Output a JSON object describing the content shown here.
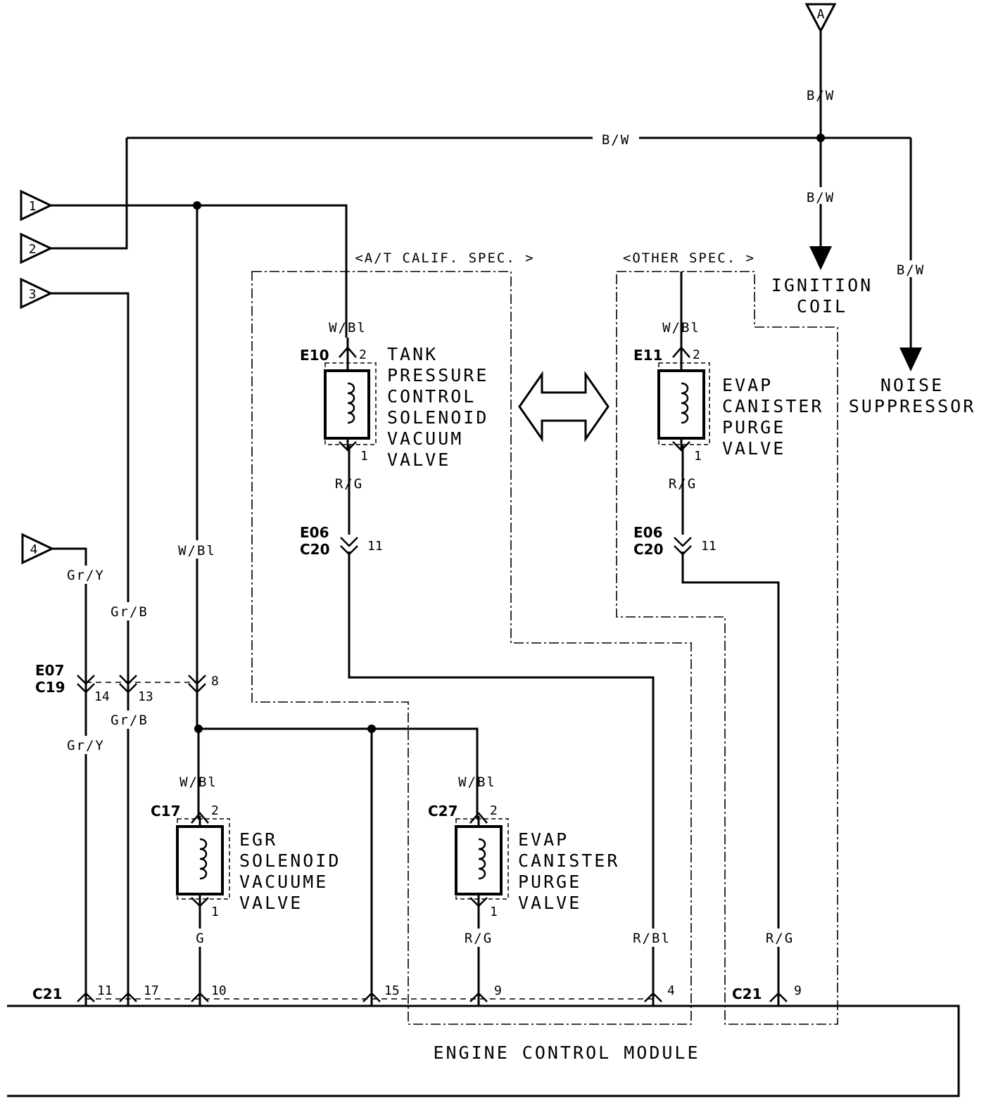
{
  "terminals": [
    "1",
    "2",
    "3",
    "4",
    "A"
  ],
  "wire_colors": {
    "bw": "B/W",
    "wbl": "W/Bl",
    "rg": "R/G",
    "gry": "Gr/Y",
    "grb": "Gr/B",
    "g": "G",
    "rbl": "R/Bl"
  },
  "spec_labels": {
    "at_calif": "<A/T CALIF. SPEC. >",
    "other": "<OTHER SPEC. >"
  },
  "connectors": {
    "e10": "E10",
    "e11": "E11",
    "e06": "E06",
    "c20": "C20",
    "e07": "E07",
    "c19": "C19",
    "c17": "C17",
    "c27": "C27",
    "c21": "C21"
  },
  "pins": {
    "p1": "1",
    "p2": "2",
    "p4": "4",
    "p8": "8",
    "p9": "9",
    "p10": "10",
    "p11": "11",
    "p13": "13",
    "p14": "14",
    "p15": "15",
    "p17": "17"
  },
  "components": {
    "tank_pressure": [
      "TANK",
      "PRESSURE",
      "CONTROL",
      "SOLENOID",
      "VACUUM",
      "VALVE"
    ],
    "evap_upper": [
      "EVAP",
      "CANISTER",
      "PURGE",
      "VALVE"
    ],
    "egr": [
      "EGR",
      "SOLENOID",
      "VACUUME",
      "VALVE"
    ],
    "evap_lower": [
      "EVAP",
      "CANISTER",
      "PURGE",
      "VALVE"
    ],
    "ignition_coil": [
      "IGNITION",
      "COIL"
    ],
    "noise_suppressor": [
      "NOISE",
      "SUPPRESSOR"
    ],
    "ecm": "ENGINE CONTROL MODULE"
  }
}
